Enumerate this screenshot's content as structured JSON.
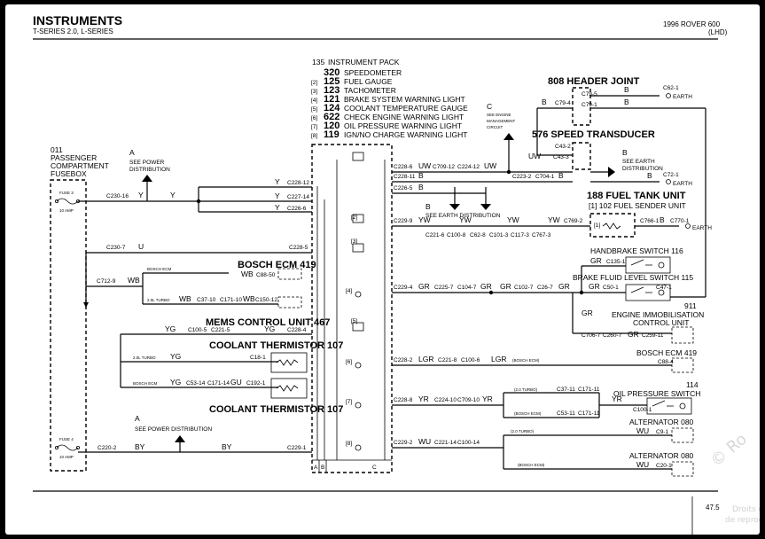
{
  "header": {
    "title": "INSTRUMENTS",
    "subtitle": "T-SERIES 2.0, L-SERIES",
    "vehicle": "1996 ROVER 600",
    "drive": "(LHD)",
    "page_number": "47.5"
  },
  "watermark": {
    "brand": "© Ro",
    "line1": "Droits d",
    "line2": "de reprod"
  },
  "fusebox": {
    "code": "011",
    "line1": "PASSENGER",
    "line2": "COMPARTMENT",
    "line3": "FUSEBOX",
    "fuse3": "FUSE 3",
    "fuse3_amp": "10 AMP",
    "fuse4": "FUSE 4",
    "fuse4_amp": "10 AMP"
  },
  "instrument_pack": {
    "code": "135",
    "title": "INSTRUMENT PACK",
    "items": [
      {
        "tag": "",
        "code": "320",
        "text": "SPEEDOMETER"
      },
      {
        "tag": "[2]",
        "code": "125",
        "text": "FUEL GAUGE"
      },
      {
        "tag": "[3]",
        "code": "123",
        "text": "TACHOMETER"
      },
      {
        "tag": "[4]",
        "code": "121",
        "text": "BRAKE SYSTEM WARNING LIGHT"
      },
      {
        "tag": "[5]",
        "code": "124",
        "text": "COOLANT TEMPERATURE GAUGE"
      },
      {
        "tag": "[6]",
        "code": "622",
        "text": "CHECK ENGINE WARNING LIGHT"
      },
      {
        "tag": "[7]",
        "code": "120",
        "text": "OIL PRESSURE WARNING LIGHT"
      },
      {
        "tag": "[8]",
        "code": "119",
        "text": "IGN/NO CHARGE WARNING LIGHT"
      }
    ],
    "pin_a": "A",
    "pin_b": "B",
    "pin_c": "C"
  },
  "refs": {
    "power_a": "A",
    "power_line1": "SEE POWER",
    "power_line2": "DISTRIBUTION",
    "power_b": "A",
    "power_b_text": "SEE POWER DISTRIBUTION",
    "earth_b_letter": "B",
    "earth_b_text": "SEE EARTH DISTRIBUTION",
    "earth_b2_letter": "B",
    "earth_b2_line1": "SEE EARTH",
    "earth_b2_line2": "DISTRIBUTION",
    "mgmt_letter": "C",
    "mgmt_line1": "SEE ENGINE",
    "mgmt_line2": "MANAGEMENT",
    "mgmt_line3": "CIRCUIT"
  },
  "components": {
    "header_joint": "808 HEADER JOINT",
    "speed_transducer": "576 SPEED TRANSDUCER",
    "fuel_tank": "188 FUEL TANK UNIT",
    "fuel_sender": "[1] 102 FUEL SENDER UNIT",
    "handbrake": "HANDBRAKE SWITCH 116",
    "brake_fluid": "BRAKE FLUID LEVEL SWITCH 115",
    "immob_code": "911",
    "immob_line1": "ENGINE IMMOBILISATION",
    "immob_line2": "CONTROL UNIT",
    "bosch_ecm_419": "BOSCH ECM 419",
    "bosch_ecm_419b": "BOSCH ECM 419",
    "mems": "MEMS CONTROL UNIT 467",
    "coolant_therm1": "COOLANT THERMISTOR 107",
    "coolant_therm2": "COOLANT THERMISTOR 107",
    "oil_code": "114",
    "oil_switch": "OIL PRESSURE SWITCH",
    "alt1": "ALTERNATOR 080",
    "alt2": "ALTERNATOR 080",
    "earth1": "EARTH",
    "earth2": "EARTH",
    "earth3": "EARTH"
  },
  "wires": {
    "c230_16": "C230-16",
    "y1": "Y",
    "y2": "Y",
    "y_a": "Y",
    "y_b": "Y",
    "y_c": "Y",
    "c228_12": "C228-12",
    "c227_14": "C227-14",
    "c226_6": "C226-6",
    "c230_7": "C230-7",
    "u1": "U",
    "c228_5": "C228-5",
    "c712_9": "C712-9",
    "wb1": "WB",
    "bosch_ecm_small": "BOSCH ECM",
    "turbo_small": "2.0L TURBO",
    "wb2": "WB",
    "wb3": "WB",
    "c88_50": "C88-50",
    "c37_10": "C37-10",
    "c171_10": "C171-10",
    "wb4": "WB",
    "c150_12": "C150-12",
    "yg1": "YG",
    "c100_5": "C100-5",
    "c221_5": "C221-5",
    "yg2": "YG",
    "c228_4": "C228-4",
    "turbo_small2": "2.0L TURBO",
    "yg3": "YG",
    "c18_1": "C18-1",
    "bosch_ecm_small2": "BOSCH ECM",
    "yg4": "YG",
    "c53_14": "C53-14",
    "c171_14": "C171-14",
    "gu": "GU",
    "c192_1": "C192-1",
    "c220_2": "C220-2",
    "by1": "BY",
    "by2": "BY",
    "c229_1": "C229-1",
    "c228_6": "C228-6",
    "uw1": "UW",
    "c709_12": "C709-12",
    "c224_12": "C224-12",
    "uw2": "UW",
    "c228_11": "C228-11",
    "b1": "B",
    "c223_2": "C223-2",
    "c704_1": "C704-1",
    "b2": "B",
    "c226_5": "C226-5",
    "b3": "B",
    "c229_9": "C229-9",
    "yw1": "YW",
    "yw2": "YW",
    "yw3": "YW",
    "yw4": "YW",
    "c769_2": "C769-2",
    "c221_6": "C221-6",
    "c100_8": "C100-8",
    "c62_8": "C62-8",
    "c101_3": "C101-3",
    "c117_3": "C117-3",
    "c767_3": "C767-3",
    "uw3": "UW",
    "c43_3": "C43-3",
    "c43_2": "C43-2",
    "b4": "B",
    "c79_4": "C79-4",
    "c79_5": "C79-5",
    "c79_1": "C79-1",
    "b5": "B",
    "b6": "B",
    "c62_1": "C62-1",
    "b7": "B",
    "c72_1": "C72-1",
    "c766_1": "C766-1",
    "b8": "B",
    "c770_1": "C770-1",
    "gr1": "GR",
    "c135_1": "C135-1",
    "c229_4": "C229-4",
    "gr2": "GR",
    "c225_7": "C225-7",
    "c104_7": "C104-7",
    "gr3": "GR",
    "gr4": "GR",
    "c102_7": "C102-7",
    "c26_7": "C26-7",
    "gr5": "GR",
    "gr6": "GR",
    "c50_1": "C50-1",
    "c47_1": "C47-1",
    "gr7": "GR",
    "c706_7": "C706-7",
    "c260_7": "C260-7",
    "gr8": "GR",
    "c259_11": "C259-11",
    "c228_2": "C228-2",
    "lgr1": "LGR",
    "c221_8": "C221-8",
    "c100_6": "C100-6",
    "lgr2": "LGR",
    "bosch_ecm_small3": "(BOSCH ECM)",
    "c88_4": "C88-4",
    "c228_8": "C228-8",
    "yr1": "YR",
    "c224_10": "C224-10",
    "c709_10": "C709-10",
    "yr2": "YR",
    "turbo_small3": "(2.0 TURBO)",
    "bosch_ecm_small4": "(BOSCH ECM)",
    "c37_11": "C37-11",
    "c171_11": "C171-11",
    "c53_11": "C53-11",
    "c171_11b": "C171-11",
    "yr3": "YR",
    "c100_1": "C100-1",
    "c229_2": "C229-2",
    "wu1": "WU",
    "c221_14": "C221-14",
    "c100_14": "C100-14",
    "turbo_small4": "(2.0 TURBO)",
    "bosch_ecm_small5": "(BOSCH ECM)",
    "wu2": "WU",
    "c9_1": "C9-1",
    "wu3": "WU",
    "c20_1": "C20-1",
    "p2": "[2]",
    "p3": "[3]",
    "p4": "[4]",
    "p5": "[5]",
    "p6": "[6]",
    "p7": "[7]",
    "p8": "[8]",
    "p1": "[1]"
  }
}
